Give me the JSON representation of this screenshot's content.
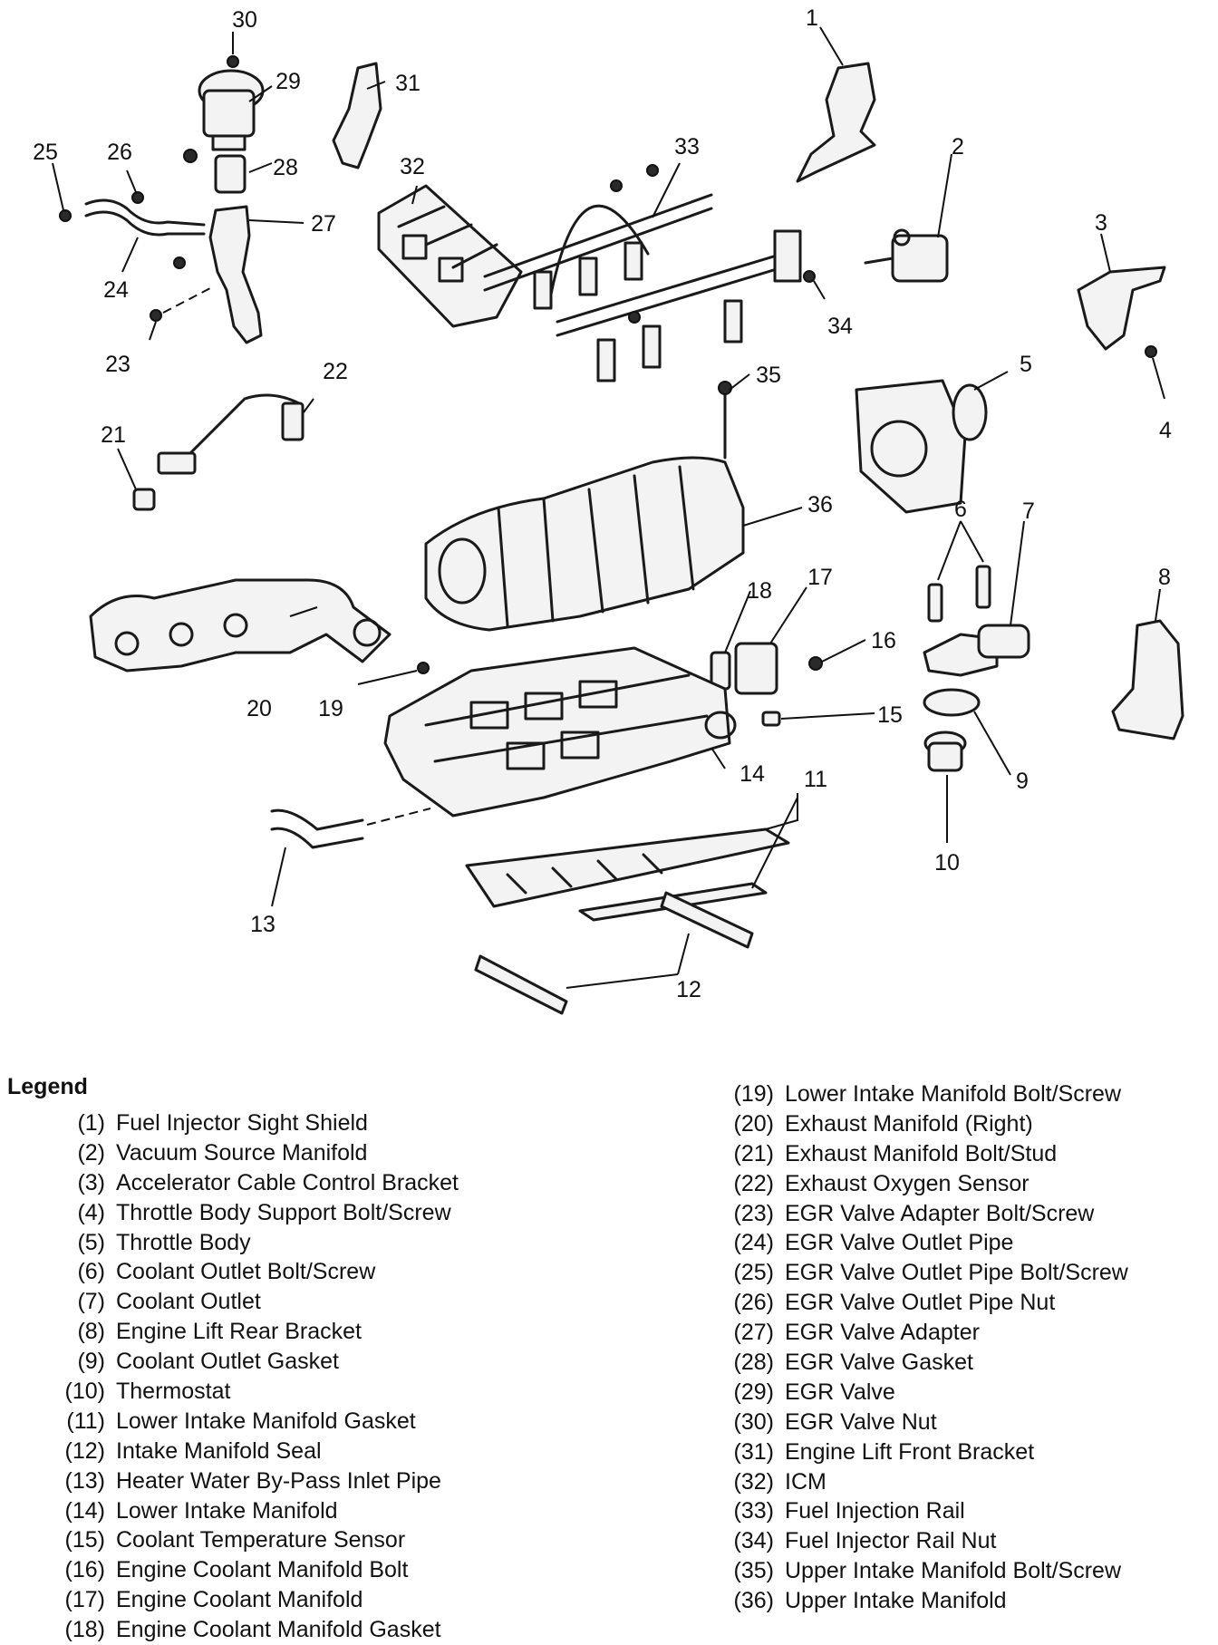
{
  "diagram": {
    "callouts": [
      "1",
      "2",
      "3",
      "4",
      "5",
      "6",
      "7",
      "8",
      "9",
      "10",
      "11",
      "12",
      "13",
      "14",
      "15",
      "16",
      "17",
      "18",
      "19",
      "20",
      "21",
      "22",
      "23",
      "24",
      "25",
      "26",
      "27",
      "28",
      "29",
      "30",
      "31",
      "32",
      "33",
      "34",
      "35",
      "36"
    ]
  },
  "legend": {
    "title": "Legend",
    "left": [
      {
        "num": "(1)",
        "label": "Fuel Injector Sight Shield"
      },
      {
        "num": "(2)",
        "label": "Vacuum Source Manifold"
      },
      {
        "num": "(3)",
        "label": "Accelerator Cable Control Bracket"
      },
      {
        "num": "(4)",
        "label": "Throttle Body Support Bolt/Screw"
      },
      {
        "num": "(5)",
        "label": "Throttle Body"
      },
      {
        "num": "(6)",
        "label": "Coolant Outlet Bolt/Screw"
      },
      {
        "num": "(7)",
        "label": "Coolant Outlet"
      },
      {
        "num": "(8)",
        "label": "Engine Lift Rear Bracket"
      },
      {
        "num": "(9)",
        "label": "Coolant Outlet Gasket"
      },
      {
        "num": "(10)",
        "label": "Thermostat"
      },
      {
        "num": "(11)",
        "label": "Lower Intake Manifold Gasket"
      },
      {
        "num": "(12)",
        "label": "Intake Manifold Seal"
      },
      {
        "num": "(13)",
        "label": "Heater Water By-Pass Inlet Pipe"
      },
      {
        "num": "(14)",
        "label": "Lower Intake Manifold"
      },
      {
        "num": "(15)",
        "label": "Coolant Temperature Sensor"
      },
      {
        "num": "(16)",
        "label": "Engine Coolant Manifold Bolt"
      },
      {
        "num": "(17)",
        "label": "Engine Coolant Manifold"
      },
      {
        "num": "(18)",
        "label": "Engine Coolant Manifold Gasket"
      }
    ],
    "right": [
      {
        "num": "(19)",
        "label": "Lower Intake Manifold Bolt/Screw"
      },
      {
        "num": "(20)",
        "label": "Exhaust Manifold (Right)"
      },
      {
        "num": "(21)",
        "label": "Exhaust Manifold Bolt/Stud"
      },
      {
        "num": "(22)",
        "label": "Exhaust Oxygen Sensor"
      },
      {
        "num": "(23)",
        "label": "EGR Valve Adapter Bolt/Screw"
      },
      {
        "num": "(24)",
        "label": "EGR Valve Outlet Pipe"
      },
      {
        "num": "(25)",
        "label": "EGR Valve Outlet Pipe Bolt/Screw"
      },
      {
        "num": "(26)",
        "label": "EGR Valve Outlet Pipe Nut"
      },
      {
        "num": "(27)",
        "label": "EGR Valve Adapter"
      },
      {
        "num": "(28)",
        "label": "EGR Valve Gasket"
      },
      {
        "num": "(29)",
        "label": "EGR Valve"
      },
      {
        "num": "(30)",
        "label": "EGR Valve Nut"
      },
      {
        "num": "(31)",
        "label": "Engine Lift Front Bracket"
      },
      {
        "num": "(32)",
        "label": "ICM"
      },
      {
        "num": "(33)",
        "label": "Fuel Injection Rail"
      },
      {
        "num": "(34)",
        "label": "Fuel Injector Rail Nut"
      },
      {
        "num": "(35)",
        "label": "Upper Intake Manifold Bolt/Screw"
      },
      {
        "num": "(36)",
        "label": "Upper Intake Manifold"
      }
    ]
  }
}
